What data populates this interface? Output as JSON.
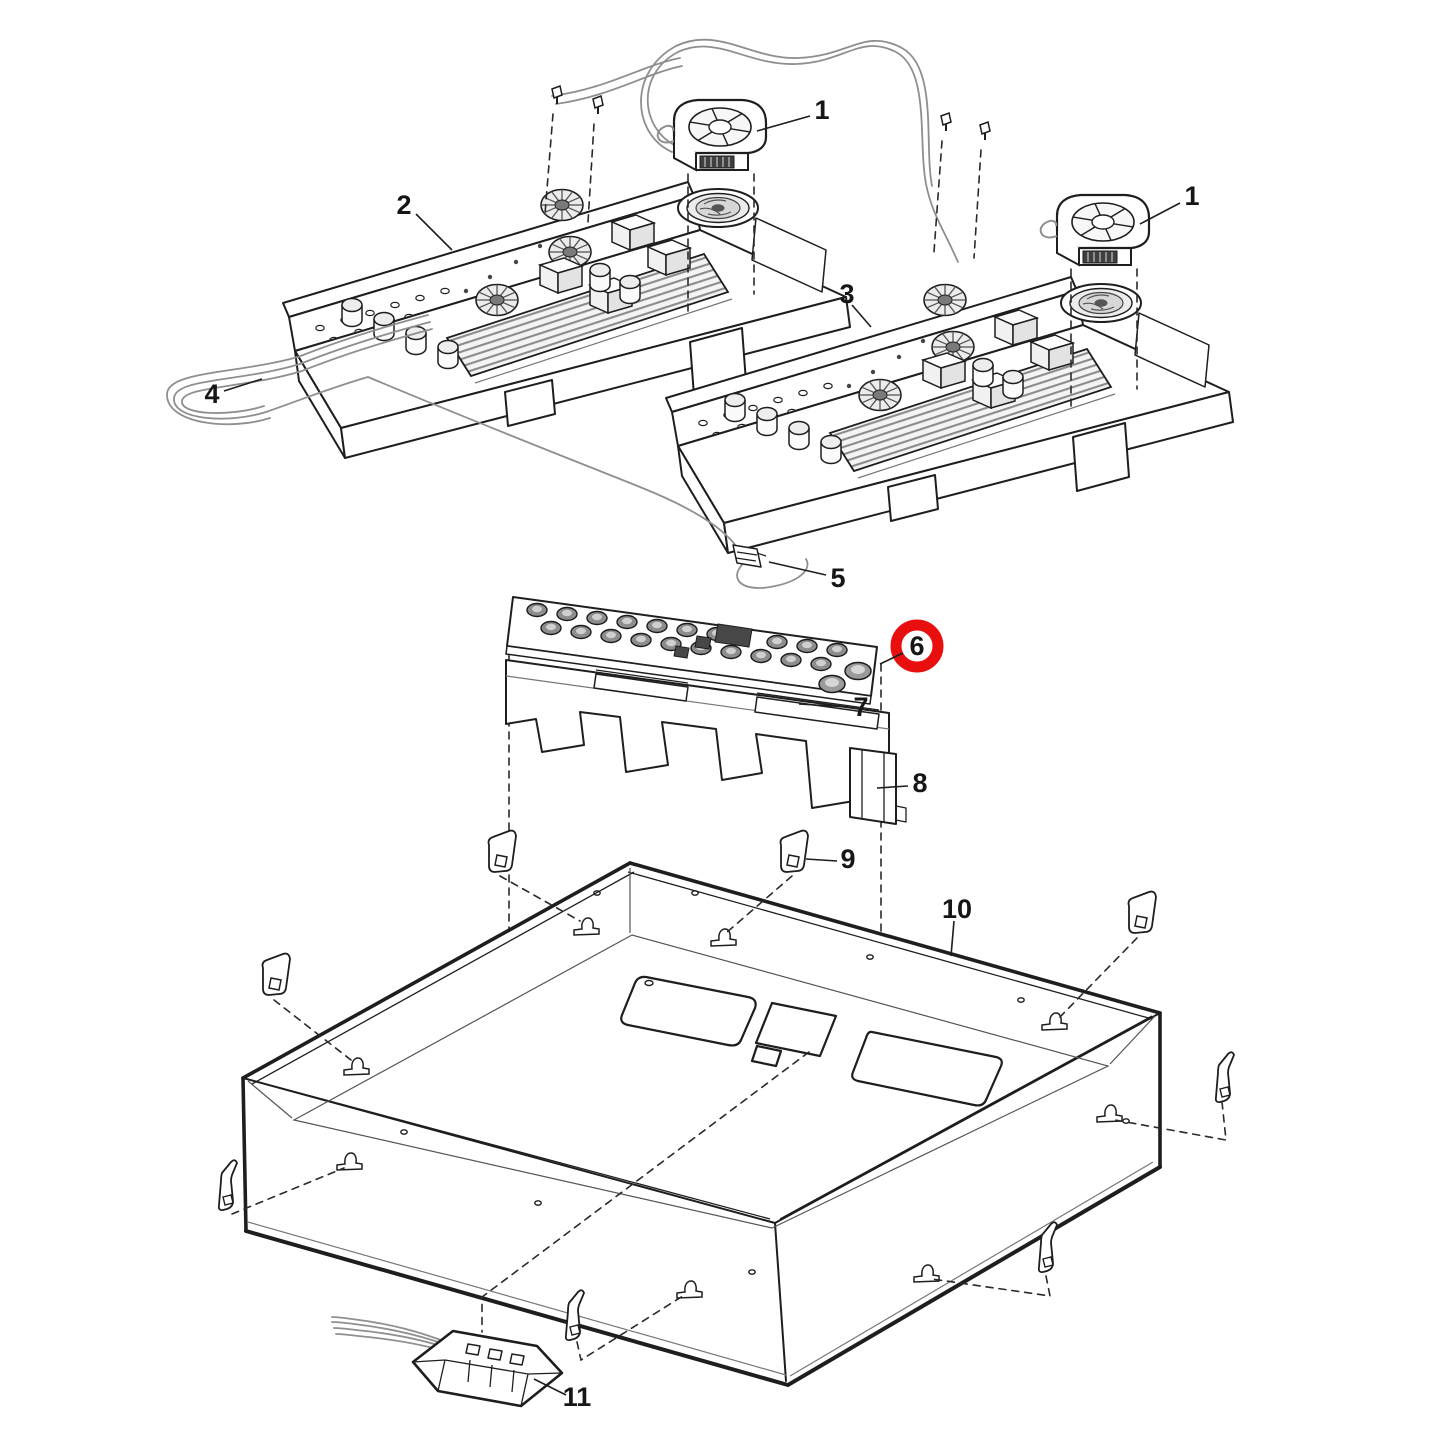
{
  "diagram": {
    "background": "#ffffff",
    "line_color": "#1e1e1e",
    "wire_color": "#8f8f8f",
    "highlight_color": "#e90f0f",
    "highlighted_part": "6"
  },
  "labels": {
    "fan_left": "1",
    "fan_right": "1",
    "module_left": "2",
    "module_right": "3",
    "harness": "4",
    "connector": "5",
    "control_board": "6",
    "board_bracket": "7",
    "panel_carrier": "8",
    "clip": "9",
    "chassis": "10",
    "terminal_block": "11"
  }
}
